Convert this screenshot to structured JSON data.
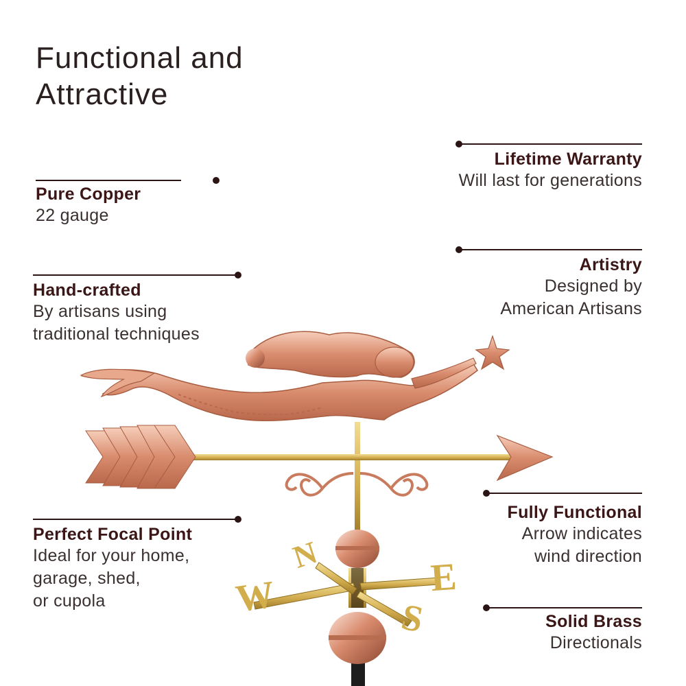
{
  "headline": {
    "line1": "Functional and",
    "line2": "Attractive"
  },
  "features": {
    "pure_copper": {
      "title": "Pure Copper",
      "desc": [
        "22 gauge"
      ]
    },
    "hand_crafted": {
      "title": "Hand-crafted",
      "desc": [
        "By artisans using",
        "traditional techniques"
      ]
    },
    "focal_point": {
      "title": "Perfect Focal Point",
      "desc": [
        "Ideal for your home,",
        "garage, shed,",
        "or cupola"
      ]
    },
    "warranty": {
      "title": "Lifetime Warranty",
      "desc": [
        "Will last for generations"
      ]
    },
    "artistry": {
      "title": "Artistry",
      "desc": [
        "Designed by",
        "American Artisans"
      ]
    },
    "functional": {
      "title": "Fully Functional",
      "desc": [
        "Arrow indicates",
        "wind direction"
      ]
    },
    "brass": {
      "title": "Solid Brass",
      "desc": [
        "Directionals"
      ]
    }
  },
  "directionals": {
    "n": "N",
    "e": "E",
    "s": "S",
    "w": "W"
  },
  "colors": {
    "accent_dark": "#2b1414",
    "copper": "#d9937a",
    "copper_light": "#f2c3ad",
    "brass": "#d8b85a"
  }
}
